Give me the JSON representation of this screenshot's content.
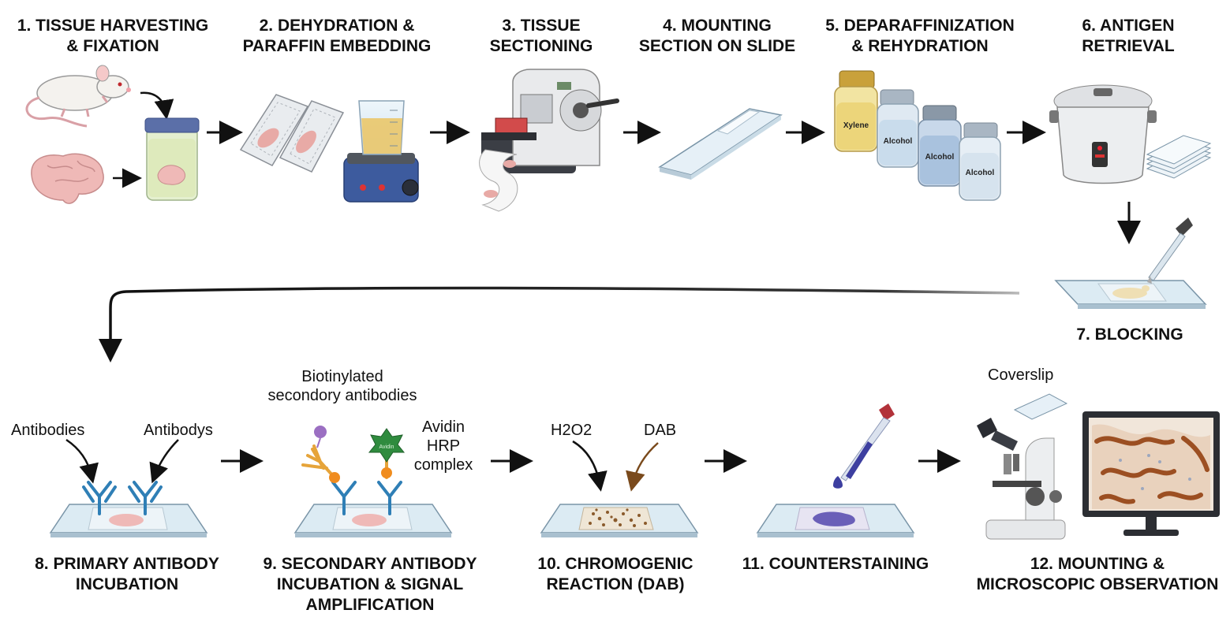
{
  "steps": {
    "s1": {
      "line1": "1. TISSUE HARVESTING",
      "line2": "& FIXATION"
    },
    "s2": {
      "line1": "2. DEHYDRATION &",
      "line2": "PARAFFIN EMBEDDING"
    },
    "s3": {
      "line1": "3. TISSUE",
      "line2": "SECTIONING"
    },
    "s4": {
      "line1": "4. MOUNTING",
      "line2": "SECTION ON SLIDE"
    },
    "s5": {
      "line1": "5. DEPARAFFINIZATION",
      "line2": "& REHYDRATION"
    },
    "s6": {
      "line1": "6. ANTIGEN",
      "line2": "RETRIEVAL"
    },
    "s7": {
      "line1": "7. BLOCKING"
    },
    "s8": {
      "line1": "8. PRIMARY ANTIBODY",
      "line2": "INCUBATION"
    },
    "s9": {
      "line1": "9. SECONDARY ANTIBODY",
      "line2": "INCUBATION & SIGNAL",
      "line3": "AMPLIFICATION"
    },
    "s10": {
      "line1": "10. CHROMOGENIC",
      "line2": "REACTION (DAB)"
    },
    "s11": {
      "line1": "11. COUNTERSTAINING"
    },
    "s12": {
      "line1": "12. MOUNTING &",
      "line2": "MICROSCOPIC OBSERVATION"
    }
  },
  "labels": {
    "xylene": "Xylene",
    "alcohol1": "Alcohol",
    "alcohol2": "Alcohol",
    "alcohol3": "Alcohol",
    "antibodies_left": "Antibodies",
    "antibodies_right": "Antibodys",
    "biotinylated_line1": "Biotinylated",
    "biotinylated_line2": "secondory  antibodies",
    "avidin_line1": "Avidin",
    "avidin_line2": "HRP",
    "avidin_line3": "complex",
    "h2o2": "H2O2",
    "dab": "DAB",
    "coverslip": "Coverslip"
  }
}
